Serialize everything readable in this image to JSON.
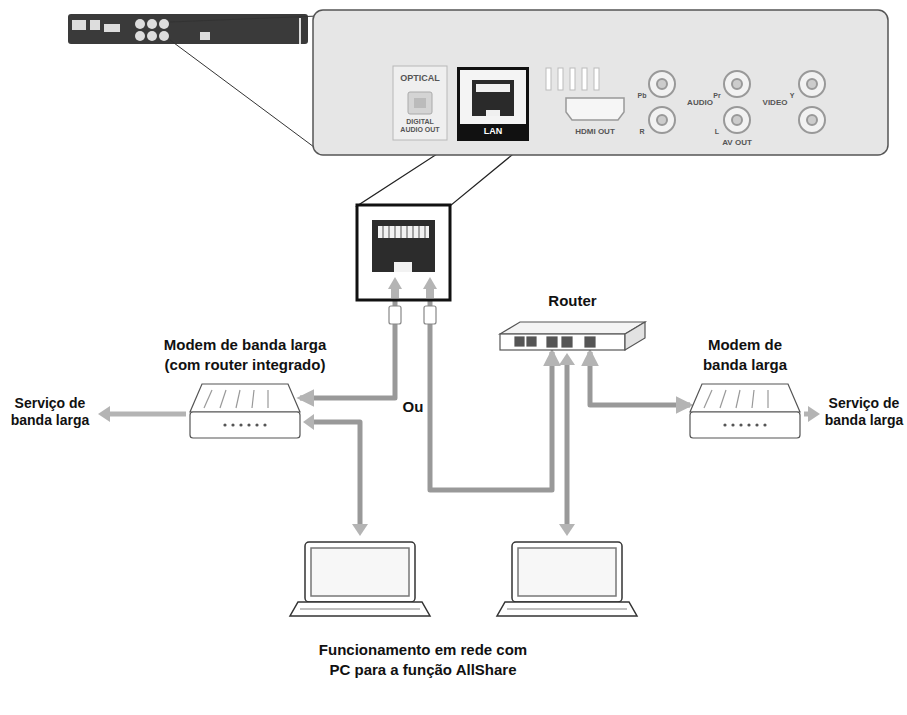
{
  "diagram": {
    "caption": "Funcionamento em rede com PC para a função AllShare",
    "nodes": [
      {
        "text": [
          "LAN"
        ]
      },
      {
        "text": [
          "Router"
        ]
      },
      {
        "text": [
          "Modem de banda larga (com router integrado)"
        ]
      },
      {
        "text": [
          "Modem de banda larga"
        ]
      }
    ],
    "edges": [
      {
        "from": 0,
        "to": 2,
        "arrow": "both"
      },
      {
        "from": 0,
        "to": 1,
        "arrow": "both"
      },
      {
        "from": 1,
        "to": 3,
        "arrow": "both"
      }
    ],
    "labels": [
      "OPTICAL",
      "DIGITAL AUDIO OUT",
      "HDMI OUT",
      "AUDIO",
      "VIDEO",
      "AV OUT",
      "Pb",
      "Pr",
      "Y",
      "R",
      "L",
      "Ou",
      "Serviço de banda larga",
      "Serviço de banda larga"
    ]
  }
}
